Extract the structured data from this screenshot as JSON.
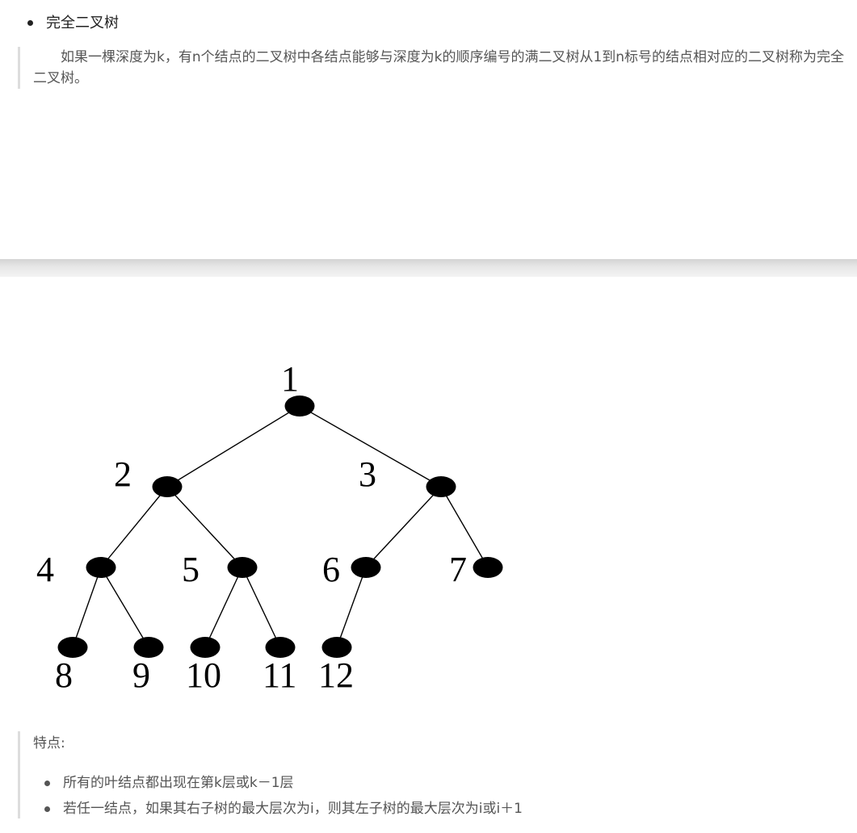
{
  "section_heading": "完全二叉树",
  "definition": "如果一棵深度为k，有n个结点的二叉树中各结点能够与深度为k的顺序编号的满二叉树从1到n标号的结点相对应的二叉树称为完全二叉树。",
  "tree": {
    "nodes": [
      {
        "id": 1,
        "label": "1"
      },
      {
        "id": 2,
        "label": "2"
      },
      {
        "id": 3,
        "label": "3"
      },
      {
        "id": 4,
        "label": "4"
      },
      {
        "id": 5,
        "label": "5"
      },
      {
        "id": 6,
        "label": "6"
      },
      {
        "id": 7,
        "label": "7"
      },
      {
        "id": 8,
        "label": "8"
      },
      {
        "id": 9,
        "label": "9"
      },
      {
        "id": 10,
        "label": "10"
      },
      {
        "id": 11,
        "label": "11"
      },
      {
        "id": 12,
        "label": "12"
      }
    ],
    "edges": [
      [
        1,
        2
      ],
      [
        1,
        3
      ],
      [
        2,
        4
      ],
      [
        2,
        5
      ],
      [
        3,
        6
      ],
      [
        3,
        7
      ],
      [
        4,
        8
      ],
      [
        4,
        9
      ],
      [
        5,
        10
      ],
      [
        5,
        11
      ],
      [
        6,
        12
      ]
    ]
  },
  "features": {
    "title": "特点:",
    "items": [
      "所有的叶结点都出现在第k层或k－1层",
      "若任一结点，如果其右子树的最大层次为i，则其左子树的最大层次为i或i＋1"
    ]
  }
}
